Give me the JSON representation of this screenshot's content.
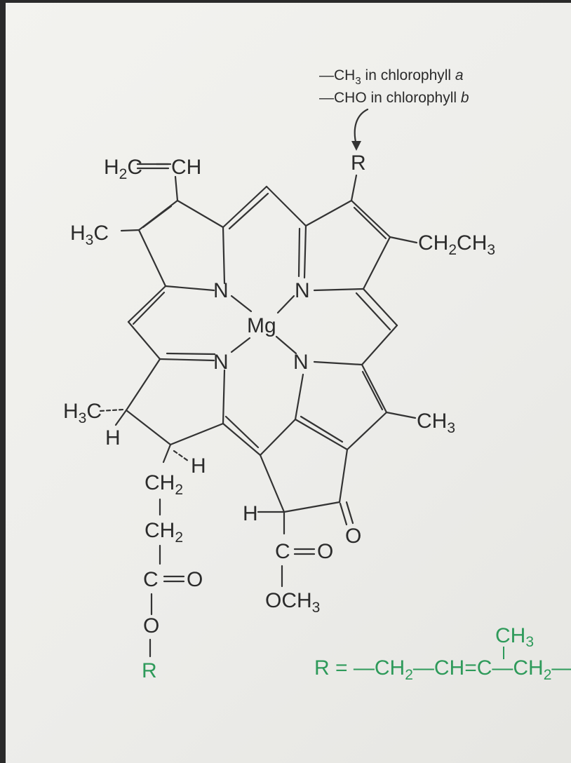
{
  "annotation": {
    "line_a": "—CH",
    "line_a_sub": "3",
    "line_a_rest": " in chlorophyll ",
    "line_a_var": "a",
    "line_b": "—CHO in chlorophyll ",
    "line_b_var": "b"
  },
  "atoms": {
    "mg": "Mg",
    "n": "N",
    "r": "R",
    "h": "H",
    "o": "O",
    "c": "C",
    "vinyl_h2c": "H",
    "vinyl_h2c_sub": "2",
    "vinyl_c": "C",
    "vinyl_ch": "CH",
    "methyl_h3c": "H",
    "methyl_sub": "3",
    "methyl_c": "C",
    "ethyl_ch2": "CH",
    "ethyl_sub2": "2",
    "ethyl_ch3": "CH",
    "ethyl_sub3": "3",
    "ch3": "CH",
    "ch3_sub": "3",
    "ch2": "CH",
    "ch2_sub": "2",
    "och3": "OCH",
    "och3_sub": "3"
  },
  "phytyl": {
    "lhs": "R = —CH",
    "sub2": "2",
    "mid": "—CH=C—CH",
    "tail": "—",
    "branch": "CH",
    "branch_sub": "3"
  },
  "colors": {
    "mg": "#c8314a",
    "r_top": "#2a76b8",
    "phytyl": "#2e9a5a",
    "bond": "#333333"
  }
}
